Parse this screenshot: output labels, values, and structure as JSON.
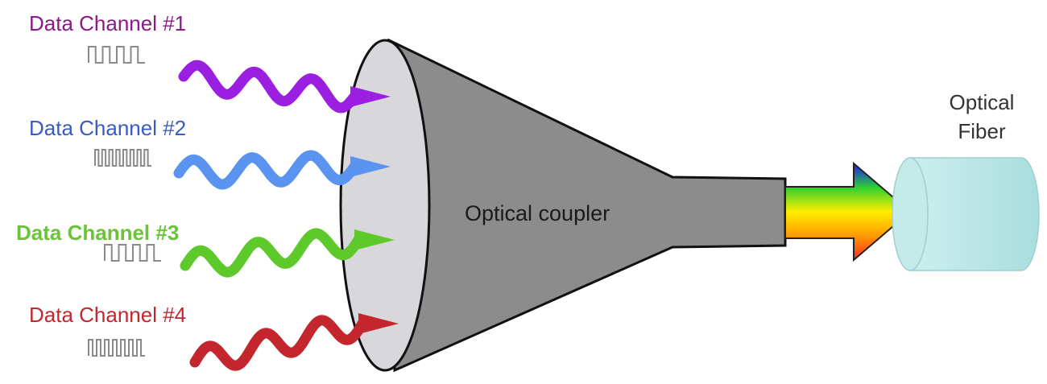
{
  "channels": [
    {
      "label": "Data Channel #1",
      "color": "#8a1a86",
      "wave_color": "#9b1fe0",
      "pulses": 4
    },
    {
      "label": "Data Channel #2",
      "color": "#3a5bbf",
      "wave_color": "#5b93f0",
      "pulses": 8
    },
    {
      "label": "Data Channel #3",
      "color": "#6cc33a",
      "wave_color": "#5ec92a",
      "pulses": 4
    },
    {
      "label": "Data Channel #4",
      "color": "#c4262e",
      "wave_color": "#c4262e",
      "pulses": 7
    }
  ],
  "coupler": {
    "label": "Optical coupler",
    "color": "#8c8c8c",
    "mouth_color": "#d8d8dc"
  },
  "fiber": {
    "label_line1": "Optical",
    "label_line2": "Fiber",
    "color": "#b8e6e6"
  },
  "output_beam": {
    "gradient": [
      "#ff2a2a",
      "#ff9a00",
      "#ffee00",
      "#2fd02f",
      "#1a1aff"
    ]
  }
}
